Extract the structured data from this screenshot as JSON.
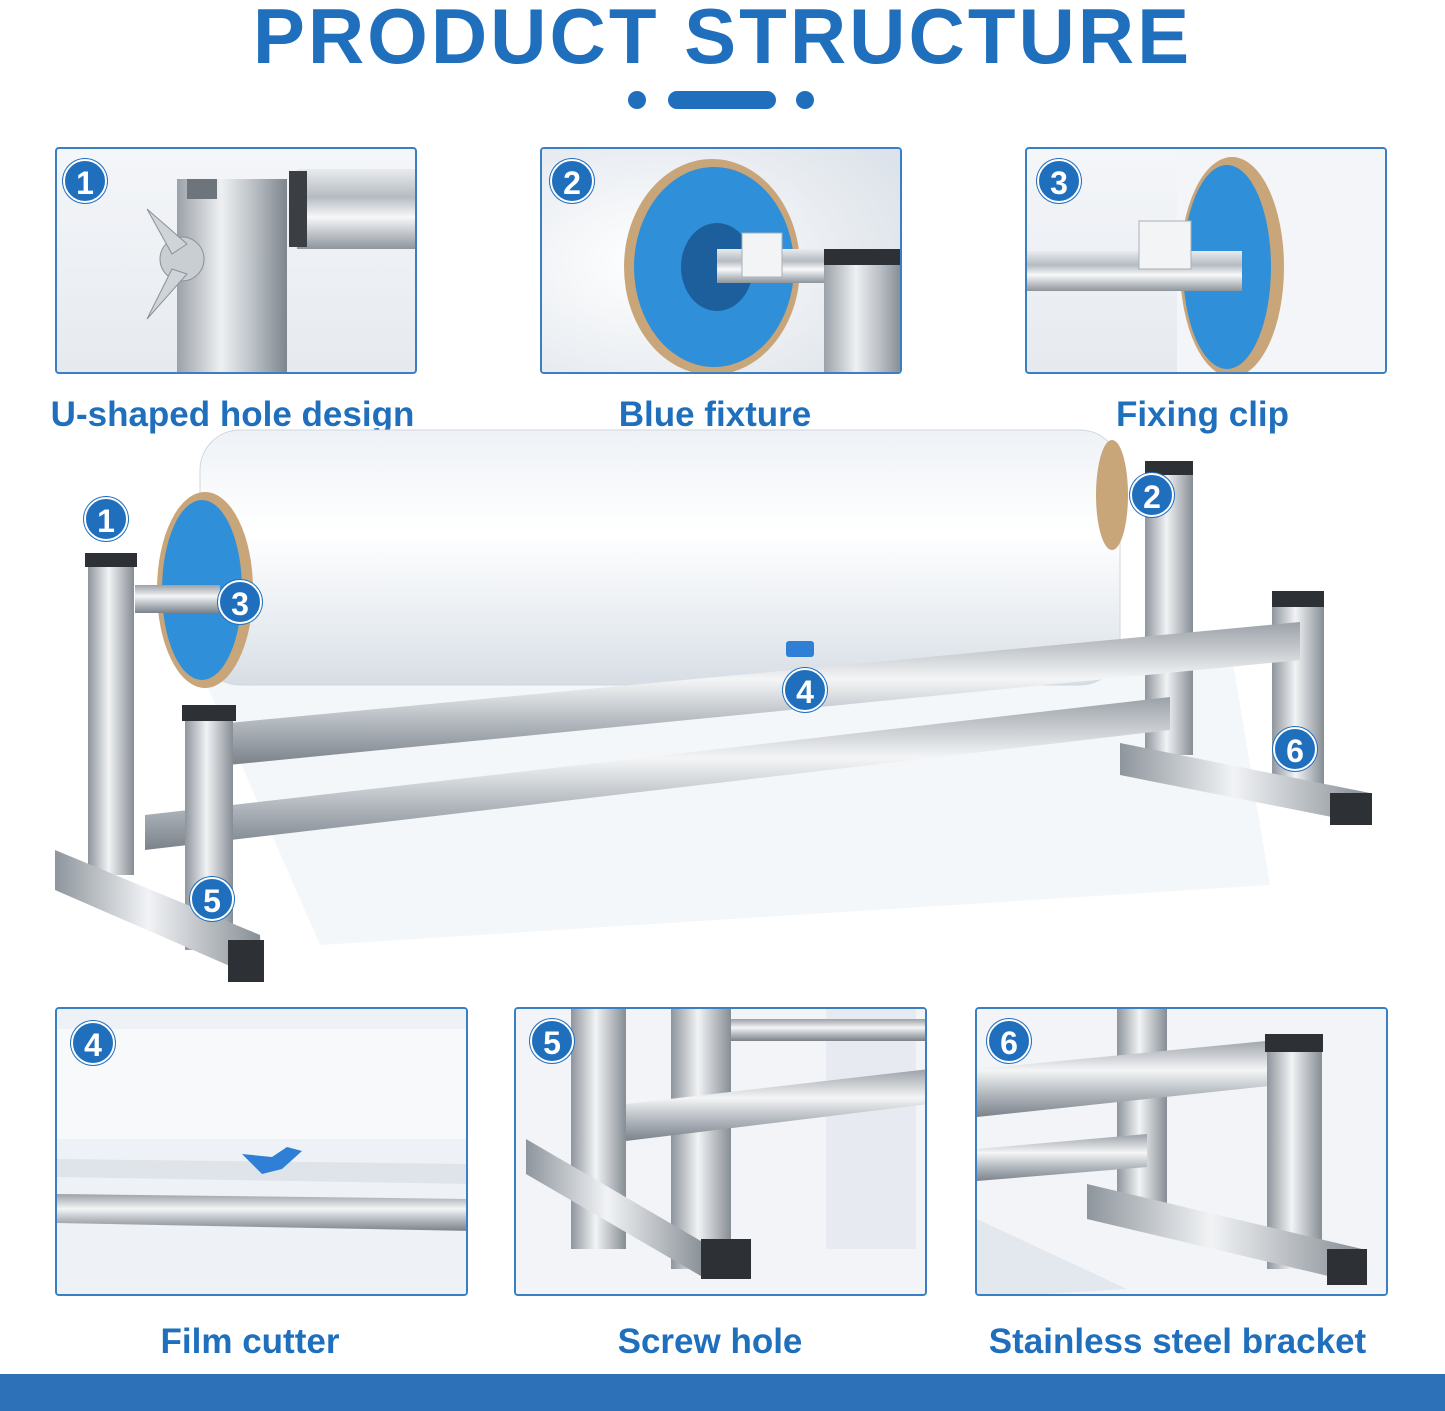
{
  "title": "PRODUCT STRUCTURE",
  "features": [
    {
      "number": "1",
      "label": "U-shaped hole design"
    },
    {
      "number": "2",
      "label": "Blue fixture"
    },
    {
      "number": "3",
      "label": "Fixing clip"
    },
    {
      "number": "4",
      "label": "Film cutter"
    },
    {
      "number": "5",
      "label": "Screw hole"
    },
    {
      "number": "6",
      "label": "Stainless steel bracket"
    }
  ],
  "colors": {
    "accent": "#1f6fbd",
    "frame_border": "#3a7fc4",
    "footer": "#2d72b8",
    "fixture_blue": "#2f8fd8"
  }
}
